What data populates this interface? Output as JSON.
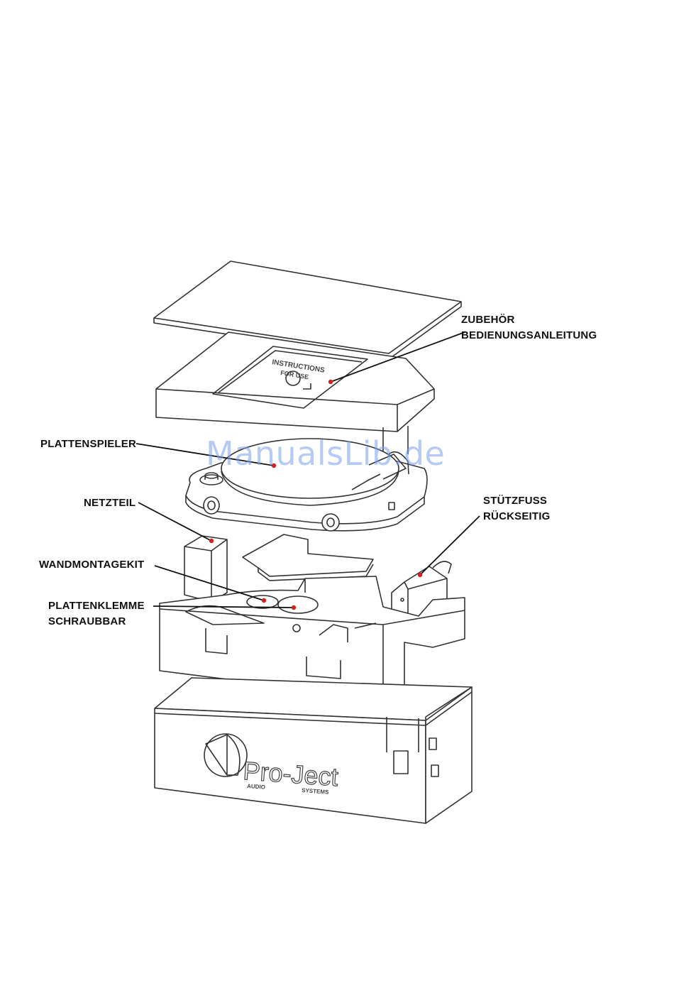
{
  "labels": {
    "zubehoer": "ZUBEHÖR",
    "bedienungsanleitung": "BEDIENUNGSANLEITUNG",
    "plattenspieler": "PLATTENSPIELER",
    "netzteil": "NETZTEIL",
    "stuetzfuss": "STÜTZFUSS",
    "rueckseitig": "RÜCKSEITIG",
    "wandmontagekit": "WANDMONTAGEKIT",
    "plattenklemme": "PLATTENKLEMME",
    "schraubbar": "SCHRAUBBAR"
  },
  "manual_box": {
    "line1": "INSTRUCTIONS",
    "line2": "FOR USE"
  },
  "brand": {
    "name": "Pro-Ject",
    "sub_left": "AUDIO",
    "sub_right": "SYSTEMS"
  },
  "watermark": "ManualsLib.de",
  "colors": {
    "marker": "#d42020",
    "line": "#111111",
    "outline": "#333333",
    "watermark": "#7aa2f0"
  }
}
